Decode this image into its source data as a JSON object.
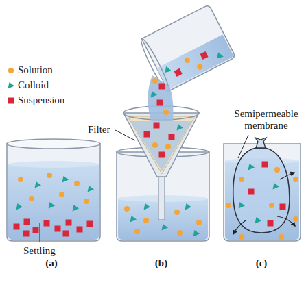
{
  "diagram": {
    "labels": [
      "Filter",
      "Semipermeable membrane",
      "Settling",
      "(a)",
      "(b)",
      "(c)"
    ],
    "legend": [
      {
        "text": "Solution"
      },
      {
        "text": "Colloid"
      },
      {
        "text": "Suspension"
      }
    ]
  }
}
